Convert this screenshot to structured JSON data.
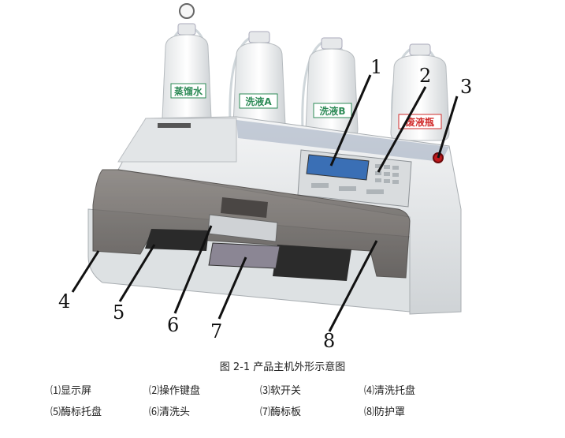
{
  "figure": {
    "bottle_labels": [
      "蒸馏水",
      "洗液A",
      "洗液B",
      "废液瓶"
    ],
    "callout_numbers": [
      "1",
      "2",
      "3",
      "4",
      "5",
      "6",
      "7",
      "8"
    ]
  },
  "caption": "图 2-1  产品主机外形示意图",
  "legend": [
    "⑴显示屏",
    "⑵操作键盘",
    "⑶软开关",
    "⑷清洗托盘",
    "⑸酶标托盘",
    "⑹清洗头",
    "⑺酶标板",
    "⑻防护罩"
  ],
  "colors": {
    "bottle_label_green": "#2e8b57",
    "bottle_label_red": "#d12c2c",
    "cover": "#6b6663",
    "body": "#e9ebec",
    "screen": "#3a6fb5"
  }
}
